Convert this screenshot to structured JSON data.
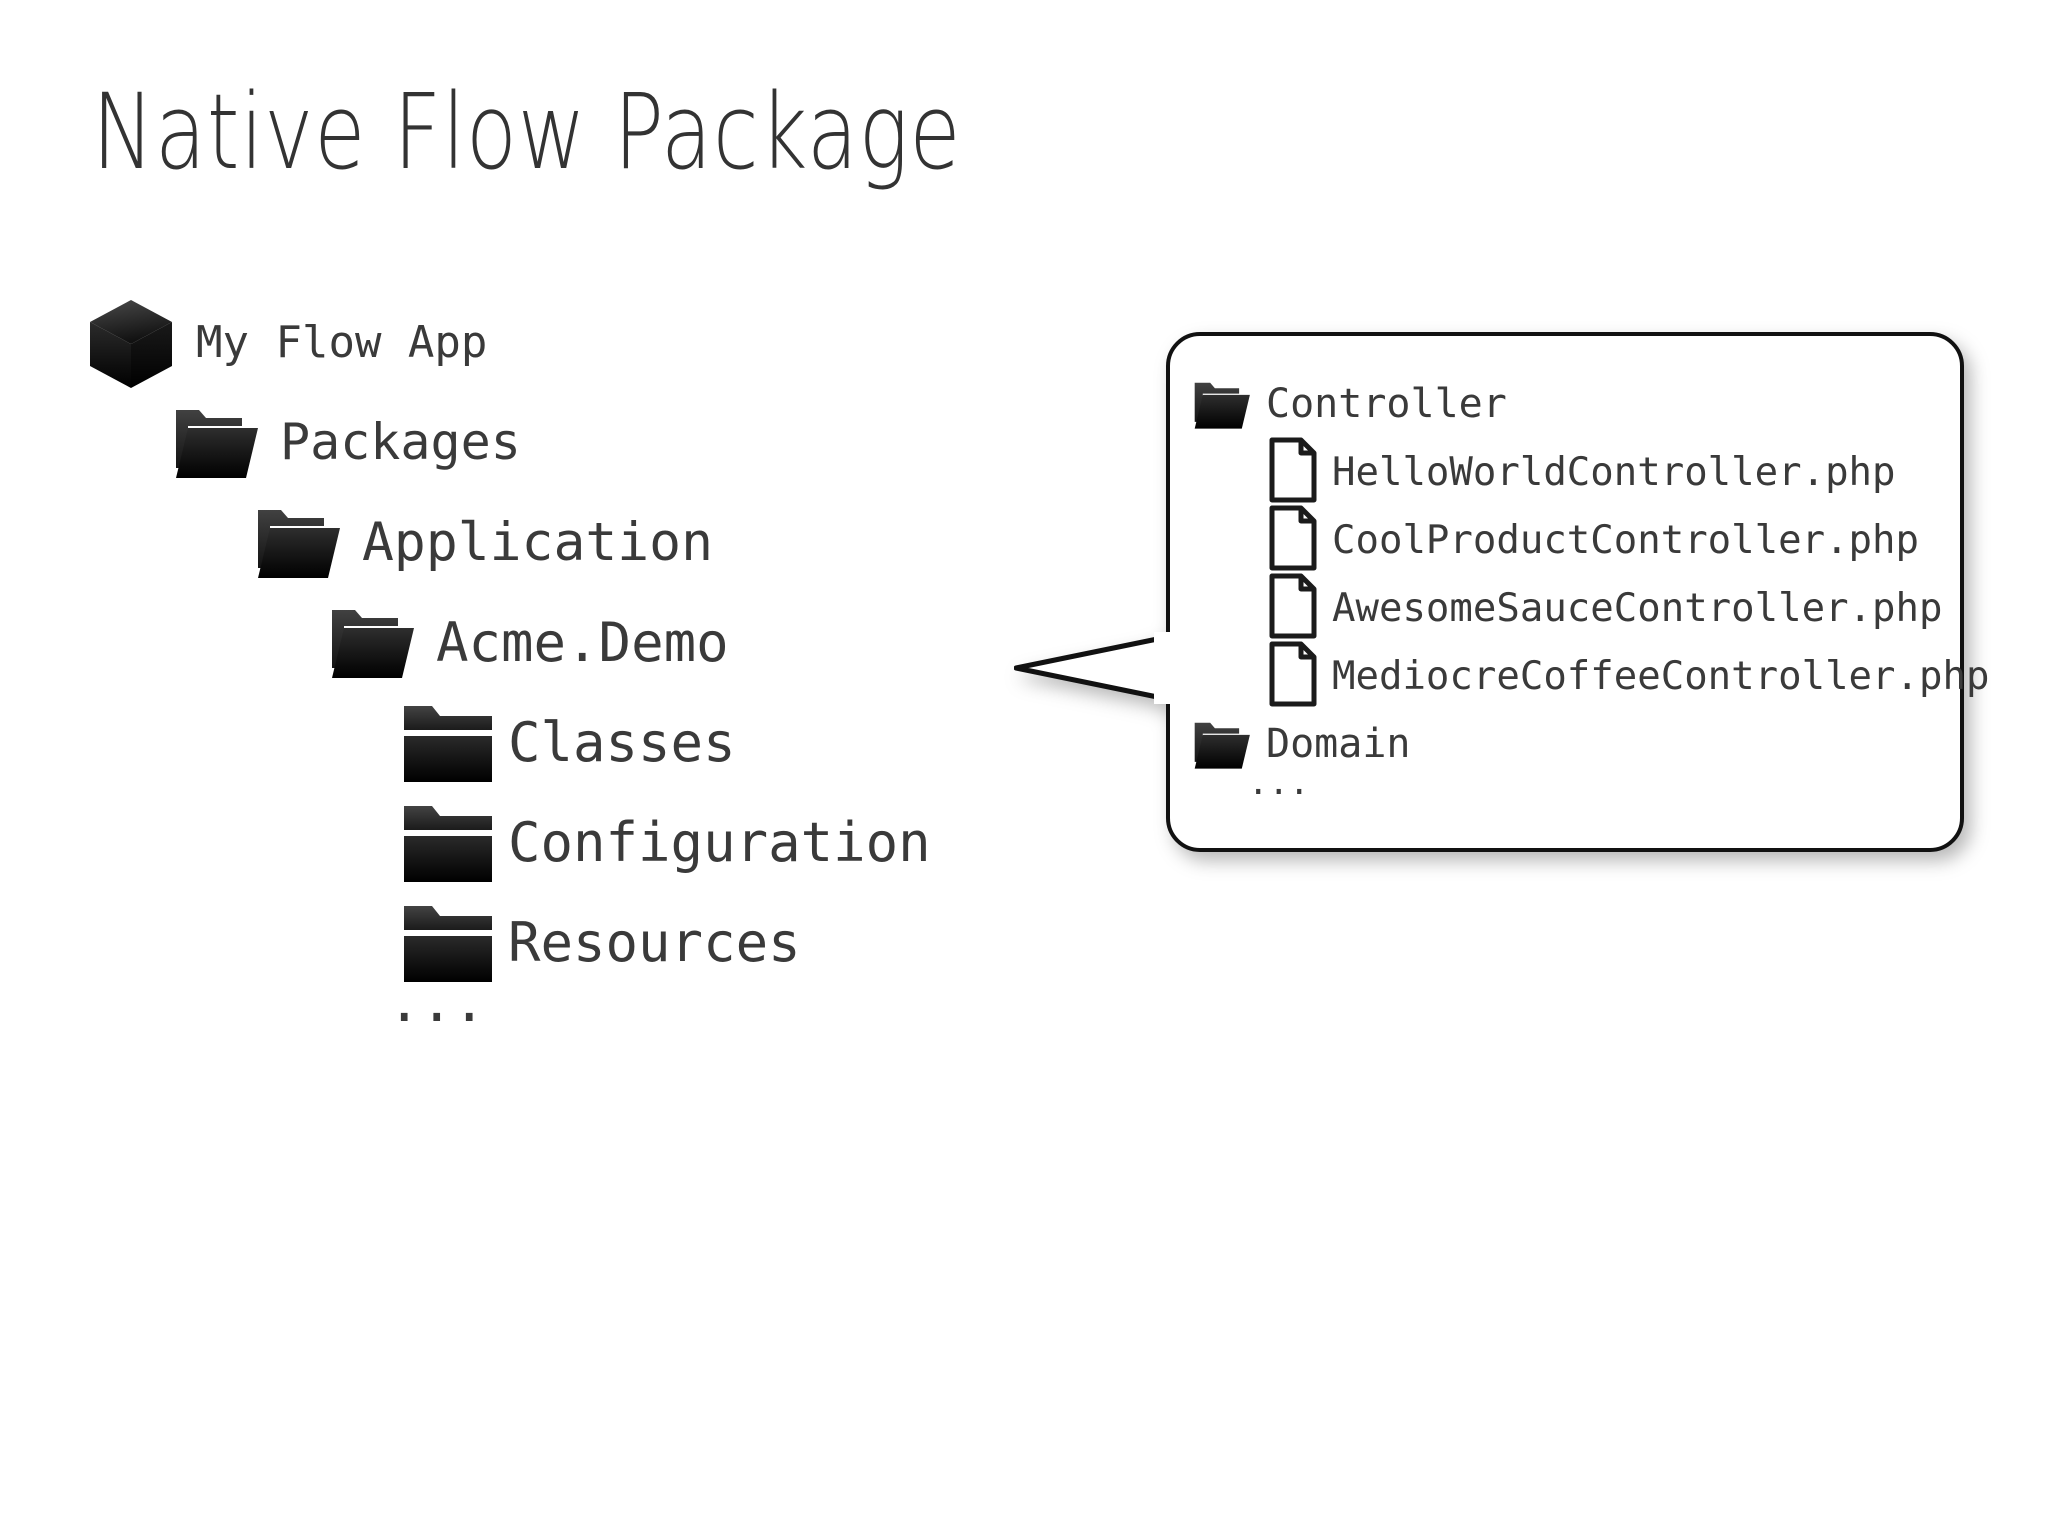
{
  "slide": {
    "title": "Native Flow Package"
  },
  "tree": {
    "items": [
      {
        "label": "My Flow App",
        "icon": "package-cube-icon",
        "level": 0
      },
      {
        "label": "Packages",
        "icon": "folder-open-icon",
        "level": 1
      },
      {
        "label": "Application",
        "icon": "folder-open-icon",
        "level": 2
      },
      {
        "label": "Acme.Demo",
        "icon": "folder-open-icon",
        "level": 3
      },
      {
        "label": "Classes",
        "icon": "folder-closed-icon",
        "level": 4
      },
      {
        "label": "Configuration",
        "icon": "folder-closed-icon",
        "level": 4
      },
      {
        "label": "Resources",
        "icon": "folder-closed-icon",
        "level": 4
      }
    ],
    "ellipsis": "..."
  },
  "callout": {
    "folder": {
      "label": "Controller",
      "icon": "folder-open-icon"
    },
    "files": [
      {
        "label": "HelloWorldController.php",
        "icon": "file-icon"
      },
      {
        "label": "CoolProductController.php",
        "icon": "file-icon"
      },
      {
        "label": "AwesomeSauceController.php",
        "icon": "file-icon"
      },
      {
        "label": "MediocreCoffeeController.php",
        "icon": "file-icon"
      }
    ],
    "domain": {
      "label": "Domain",
      "icon": "folder-open-icon"
    },
    "ellipsis": "..."
  },
  "colors": {
    "background": "#ffffff",
    "text": "#3a3a3a",
    "title": "#333333",
    "icon": "#0d0d0d",
    "outline": "#111111"
  }
}
